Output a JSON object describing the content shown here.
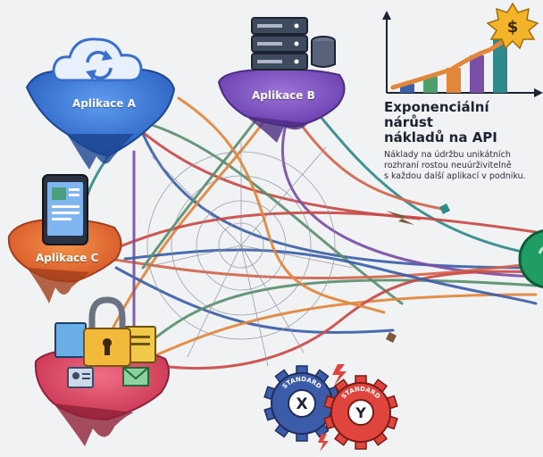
{
  "islands": {
    "app_a": {
      "label": "Aplikace A",
      "color": "#2e6fd6"
    },
    "app_b": {
      "label": "Aplikace B",
      "color": "#7b4bbd"
    },
    "app_c": {
      "label": "Aplikace C",
      "color": "#ea6a2c"
    },
    "security": {
      "color": "#e04a63"
    }
  },
  "cost_panel": {
    "title": "Exponenciální nárůst\nnákladů na API",
    "body": "Náklady na údržbu unikátních\nrozhraní rostou neuúrživitelně\ns každou další aplikací v podniku.",
    "badge_symbol": "$"
  },
  "gears": {
    "x": {
      "ring_text": "STANDARD",
      "letter": "X",
      "color": "#3c5ba8"
    },
    "y": {
      "ring_text": "STANDARD",
      "letter": "Y",
      "color": "#e0453d"
    }
  },
  "colors": {
    "cable_palette": [
      "#c94a45",
      "#3b5fa8",
      "#5a8f6e",
      "#e2873a",
      "#7a4fa6",
      "#2f8a8c",
      "#d2644a"
    ],
    "accent_green": "#1f9d63",
    "chart_bars": [
      "#3b5fa8",
      "#4c9e6a",
      "#e2873a",
      "#7a4fa6",
      "#2f8a8c"
    ]
  }
}
